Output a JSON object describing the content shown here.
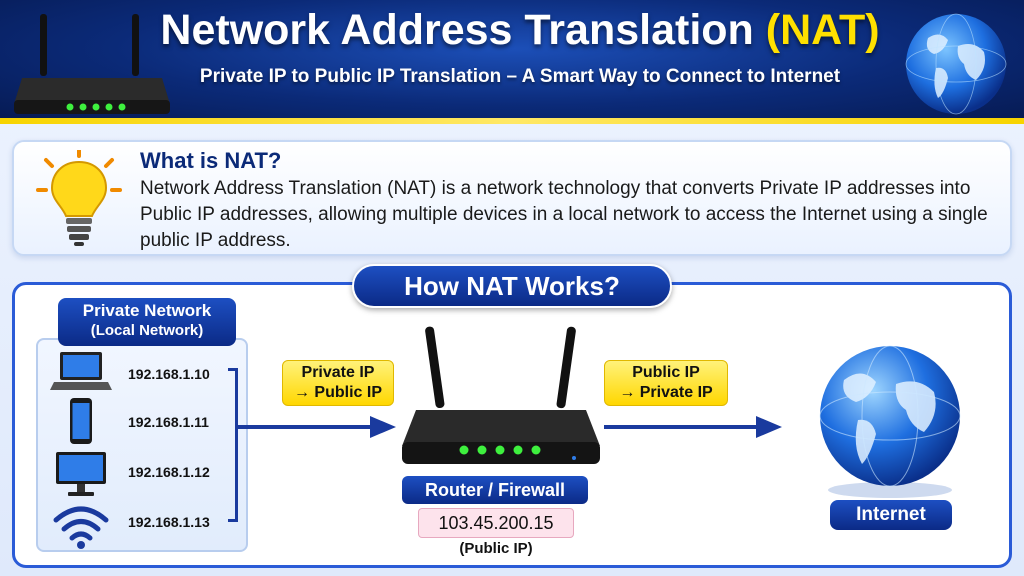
{
  "header": {
    "title_main": "Network Address Translation",
    "title_highlight": "(NAT)",
    "subtitle": "Private IP to Public IP Translation – A Smart Way to Connect to Internet"
  },
  "what_is": {
    "title": "What is NAT?",
    "text": "Network Address Translation (NAT) is a network technology that converts Private IP addresses into Public IP addresses, allowing multiple devices in a local network to access the Internet using a single public IP address."
  },
  "how": {
    "title": "How NAT Works?",
    "private_network": {
      "label_line1": "Private Network",
      "label_line2": "(Local Network)",
      "devices": [
        {
          "icon": "laptop-icon",
          "ip": "192.168.1.10"
        },
        {
          "icon": "phone-icon",
          "ip": "192.168.1.11"
        },
        {
          "icon": "monitor-icon",
          "ip": "192.168.1.12"
        },
        {
          "icon": "wifi-icon",
          "ip": "192.168.1.13"
        }
      ]
    },
    "tag_outbound": {
      "line1": "Private IP",
      "line2": "→ Public IP"
    },
    "tag_inbound": {
      "line1": "Public IP",
      "line2": "→ Private IP"
    },
    "router": {
      "label": "Router / Firewall",
      "public_ip": "103.45.200.15",
      "public_ip_caption": "(Public IP)"
    },
    "internet": {
      "label": "Internet"
    }
  },
  "colors": {
    "header_navy": "#0b2a78",
    "accent_yellow": "#ffe000",
    "label_blue": "#1d4fc2",
    "arrow_blue": "#1a3a9e",
    "public_ip_pink": "#fde3ec"
  }
}
